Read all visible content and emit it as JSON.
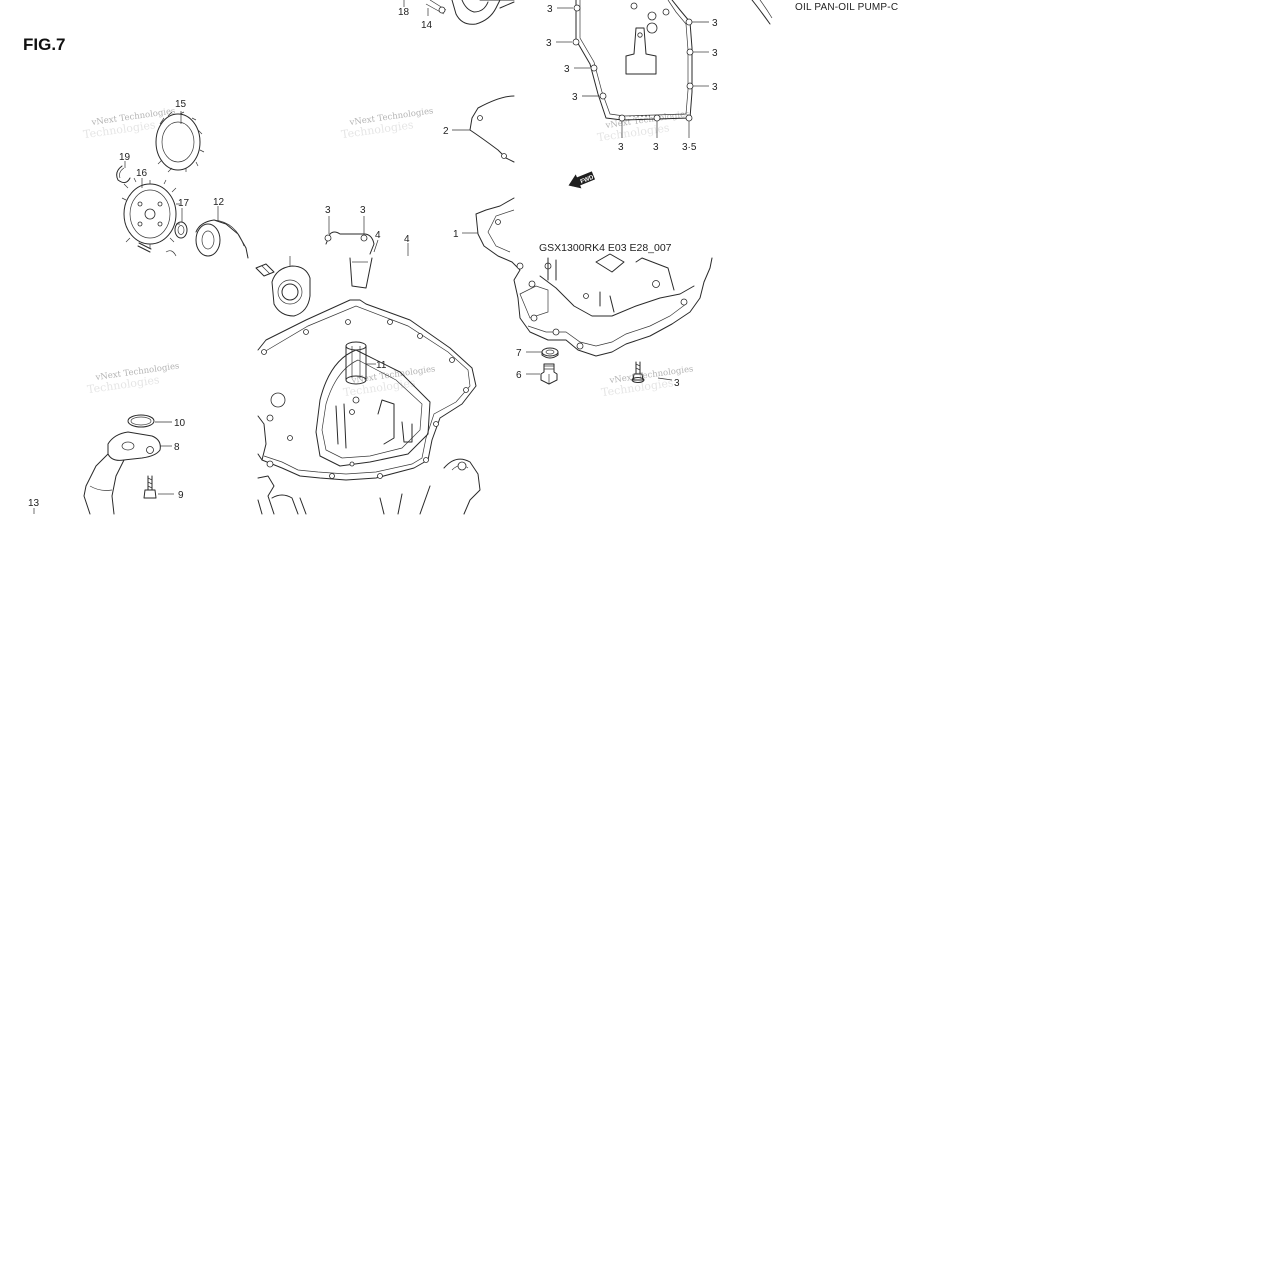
{
  "figure": {
    "label": "FIG.7",
    "title": "OIL PAN-OIL PUMP-C",
    "drawing_code": "GSX1300RK4 E03 E28_007",
    "fwd_arrow_label": "FWD"
  },
  "watermarks": [
    {
      "line1": "vNext Technologies",
      "line2": "Technologies"
    },
    {
      "line1": "vNext Technologies",
      "line2": "Technologies"
    },
    {
      "line1": "vNext Technologies",
      "line2": "Technologies"
    },
    {
      "line1": "vNext Technologies",
      "line2": "Technologies"
    },
    {
      "line1": "vNext Technologies",
      "line2": "Technologies"
    },
    {
      "line1": "vNext Technologies",
      "line2": "Technologies"
    }
  ],
  "callouts": {
    "c1": "1",
    "c2": "2",
    "c3": "3",
    "c3_5": "3·5",
    "c4": "4",
    "c6": "6",
    "c7": "7",
    "c8": "8",
    "c9": "9",
    "c10": "10",
    "c11": "11",
    "c12": "12",
    "c13": "13",
    "c14": "14",
    "c15": "15",
    "c16": "16",
    "c17": "17",
    "c18": "18",
    "c19": "19"
  }
}
